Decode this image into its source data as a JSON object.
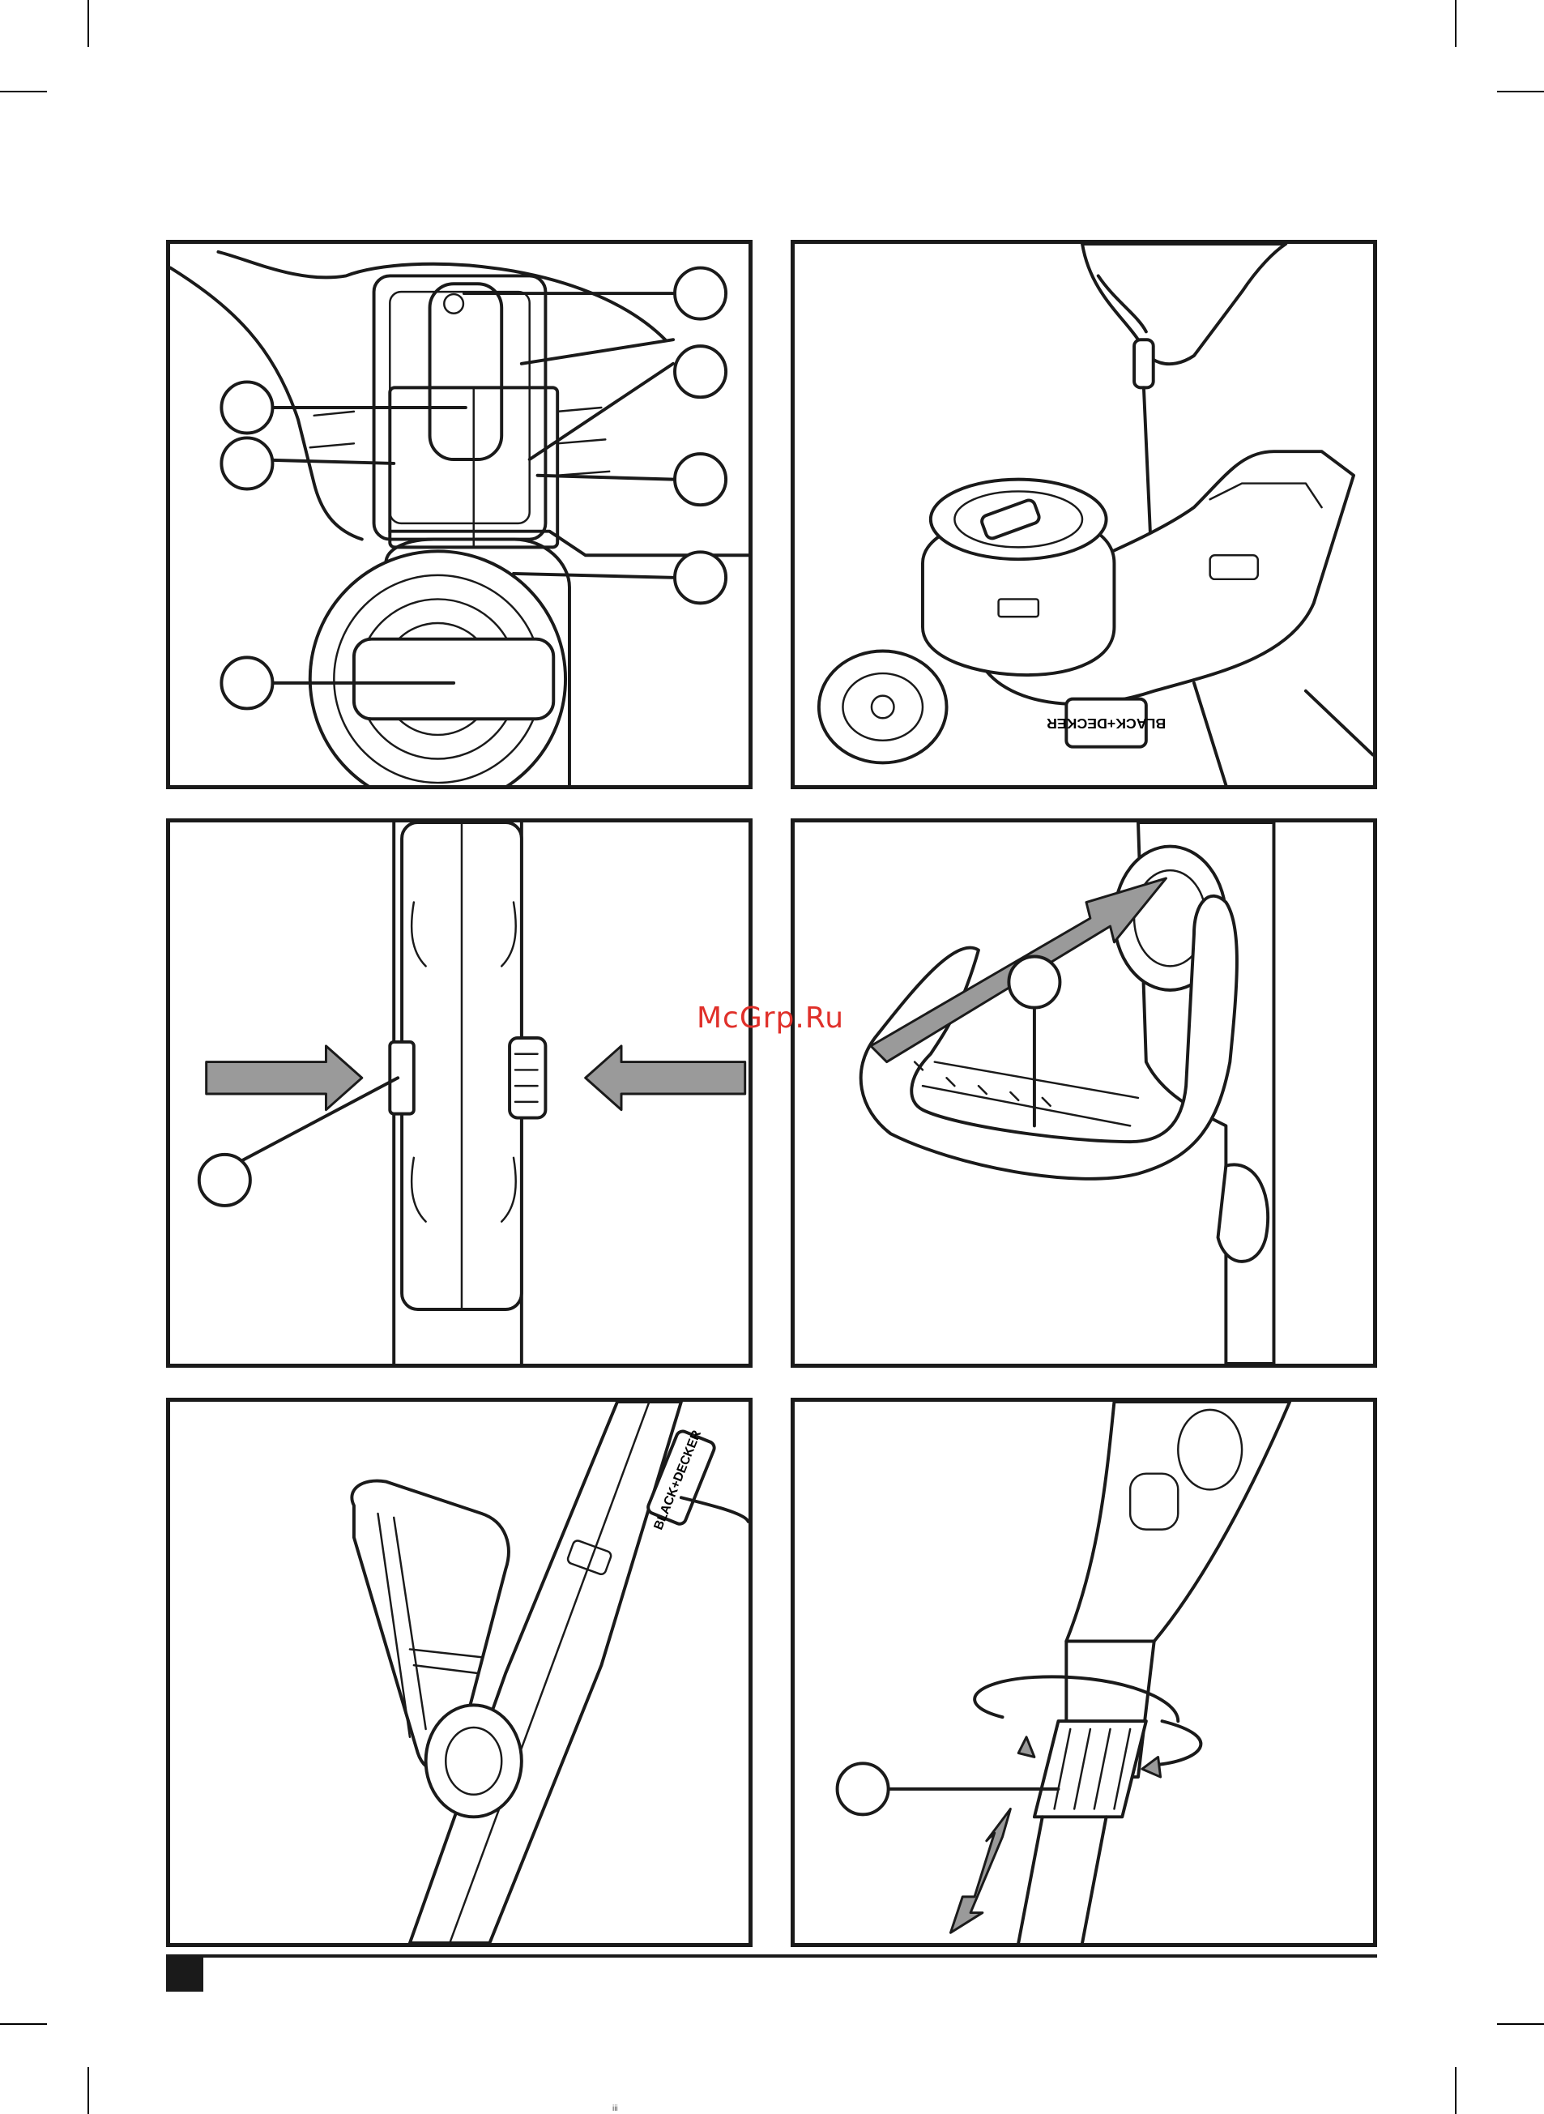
{
  "watermark": {
    "text": "McGrp.Ru",
    "color": "#e0302a"
  },
  "panels": [
    {
      "id": "fig-1",
      "callouts": 7
    },
    {
      "id": "fig-2",
      "brand_label": "BLACK+DECKER"
    },
    {
      "id": "fig-3",
      "callouts": 1
    },
    {
      "id": "fig-4",
      "callouts": 1
    },
    {
      "id": "fig-5",
      "brand_label": "BLACK+DECKER"
    },
    {
      "id": "fig-6",
      "callouts": 1
    }
  ],
  "colors": {
    "line": "#1a1a1a",
    "arrow_fill": "#9a9a9a"
  },
  "bottom_mark": "iii"
}
